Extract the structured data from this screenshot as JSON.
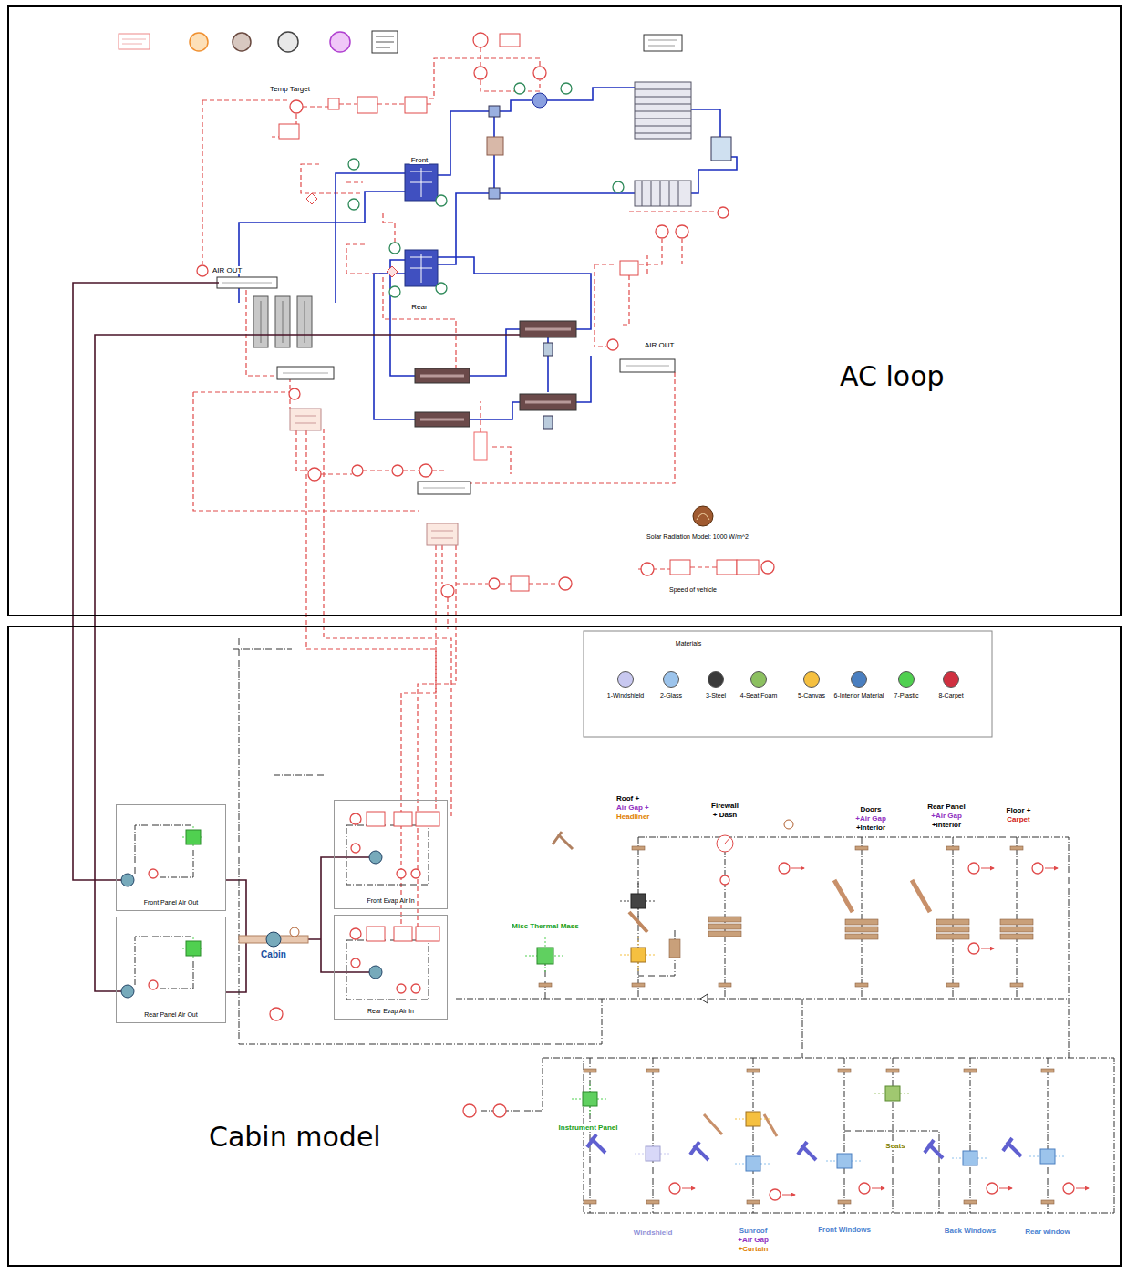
{
  "diagram": {
    "nodes": [
      {
        "text": [
          "AC loop"
        ]
      },
      {
        "text": [
          "Cabin model"
        ]
      },
      {
        "text": [
          "Front Panel Air Out"
        ],
        "in": 1
      },
      {
        "text": [
          "Rear Panel Air Out"
        ],
        "in": 1
      },
      {
        "text": [
          "Front Evap Air In"
        ],
        "in": 1
      },
      {
        "text": [
          "Rear Evap Air In"
        ],
        "in": 1
      }
    ],
    "labels": [
      "Temp Target",
      "Front",
      "Rear",
      "AIR OUT",
      "AIR OUT",
      "Solar Radiation Model: 1000 W/m^2",
      "Speed of vehicle",
      "Materials",
      "Roof +",
      "Air Gap +",
      "Headliner",
      "Firewall",
      "+ Dash",
      "Doors",
      "+Air Gap",
      "+Interior",
      "Rear Panel",
      "+Air Gap",
      "+Interior",
      "Floor +",
      "Carpet",
      "Misc Thermal Mass",
      "Cabin",
      "Instrument Panel",
      "Seats",
      "Windshield",
      "Sunroof",
      "+Air Gap",
      "+Curtain",
      "Front Windows",
      "Back Windows",
      "Rear window"
    ],
    "legend": [
      {
        "text": "1-Windshield",
        "color": "#c8c8f0"
      },
      {
        "text": "2-Glass",
        "color": "#9cc4ec"
      },
      {
        "text": "3-Steel",
        "color": "#3a3a3a"
      },
      {
        "text": "4-Seat Foam",
        "color": "#8cc060"
      },
      {
        "text": "5-Canvas",
        "color": "#f5c040"
      },
      {
        "text": "6-Interior Material",
        "color": "#4a7fc0"
      },
      {
        "text": "7-Plastic",
        "color": "#50d050"
      },
      {
        "text": "8-Carpet",
        "color": "#d03040"
      }
    ]
  }
}
